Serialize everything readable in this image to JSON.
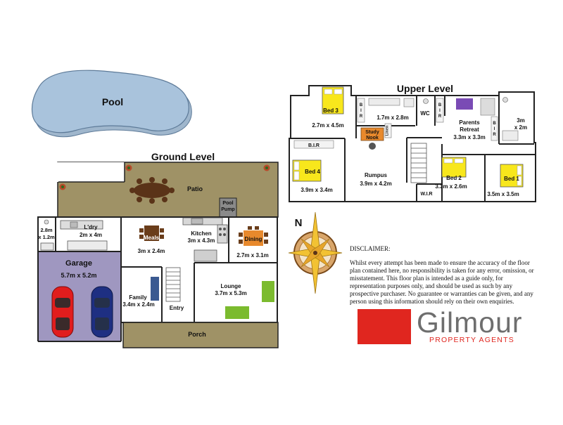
{
  "levels": {
    "ground": "Ground Level",
    "upper": "Upper Level"
  },
  "ground": {
    "pool": "Pool",
    "patio": "Patio",
    "pool_pump": [
      "Pool",
      "Pump"
    ],
    "porch": "Porch",
    "entry": "Entry",
    "garage": {
      "name": "Garage",
      "size": "5.7m x 5.2m"
    },
    "bath": [
      "2.8m",
      "x 1.2m"
    ],
    "laundry": {
      "name": "L'dry",
      "size": "2m x 4m"
    },
    "meals": {
      "name": "Meals",
      "size": "3m x 2.4m"
    },
    "kitchen": {
      "name": "Kitchen",
      "size": "3m x 4.3m"
    },
    "dining": {
      "name": "Dining",
      "size": "2.7m x 3.1m"
    },
    "family": {
      "name": "Family",
      "size": "3.4m x 2.4m"
    },
    "lounge": {
      "name": "Lounge",
      "size": "3.7m x 5.3m"
    }
  },
  "upper": {
    "bed3": {
      "name": "Bed 3",
      "size": "2.7m x 4.5m"
    },
    "bir_a": [
      "B",
      "I",
      "R"
    ],
    "bath_size": "1.7m x 2.8m",
    "wc": "WC",
    "bir_b": [
      "B",
      "I",
      "R"
    ],
    "parents": {
      "name": [
        "Parents",
        "Retreat"
      ],
      "size": "3.3m x 3.3m"
    },
    "bir_c": [
      "B",
      "I",
      "R"
    ],
    "ensuite": [
      "3m",
      "x 2m"
    ],
    "linen": "Linen",
    "study": [
      "Study",
      "Nook"
    ],
    "bir_d": "B.I.R",
    "bed4": {
      "name": "Bed 4",
      "size": "3.9m x 3.4m"
    },
    "rumpus": {
      "name": "Rumpus",
      "size": "3.9m x 4.2m"
    },
    "bed2": {
      "name": "Bed 2",
      "size": "3.3m x 2.6m"
    },
    "wir": "W.I.R",
    "bed1": {
      "name": "Bed 1",
      "size": "3.5m x 3.5m"
    }
  },
  "compass": {
    "north": "N"
  },
  "disclaimer": {
    "title": "DISCLAIMER:",
    "body": "Whilst every attempt has been made to ensure the accuracy of the floor plan contained here, no responsibility is taken for any error, omission, or misstatement. This floor plan is intended as a guide only, for representation purposes only, and should be used as such by any prospective purchaser. No guarantee or warranties can be given, and any person using this information should rely on their own enquiries."
  },
  "logo": {
    "name": "Gilmour",
    "tagline": "PROPERTY AGENTS"
  },
  "colors": {
    "patio": "#9f9266",
    "pool": "#a9c3dc",
    "garage": "#9f97c0",
    "bed": "#f8e71c",
    "wall": "#222222",
    "logo_red": "#e0261f"
  }
}
